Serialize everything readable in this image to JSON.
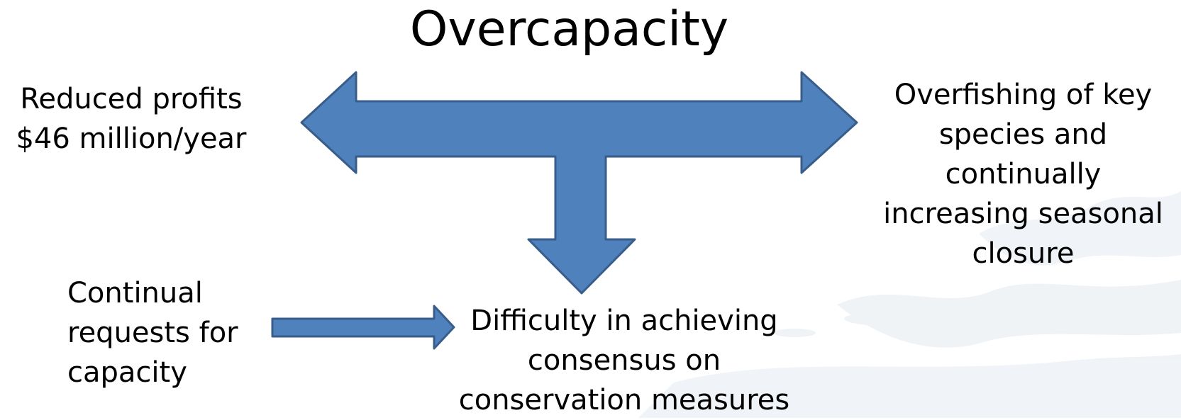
{
  "title": "Overcapacity",
  "labels": {
    "left": [
      "Reduced profits",
      "$46 million/year"
    ],
    "right": [
      "Overfishing of key",
      "species and",
      "continually",
      "increasing seasonal",
      "closure"
    ],
    "bottom_left": [
      "Continual",
      "requests for",
      "capacity"
    ],
    "bottom_center": [
      "Difficulty in achieving",
      "consensus on",
      "conservation measures"
    ]
  },
  "colors": {
    "arrow_fill": "#4f81bd",
    "arrow_stroke": "#385d8a",
    "text": "#000000",
    "watermark": "#e9eef3"
  }
}
